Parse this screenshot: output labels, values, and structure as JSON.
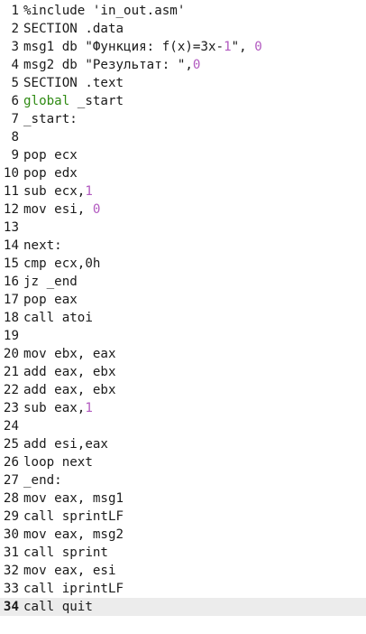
{
  "editor": {
    "current_line": 34,
    "colors": {
      "keyword": "#2f8a13",
      "number": "#b25ac0",
      "text": "#1a1a1a",
      "current_line_bg": "#ececec"
    },
    "lines": [
      {
        "n": "1",
        "tokens": [
          {
            "t": "%include 'in_out.asm'",
            "k": "normal"
          }
        ]
      },
      {
        "n": "2",
        "tokens": [
          {
            "t": "SECTION .data",
            "k": "normal"
          }
        ]
      },
      {
        "n": "3",
        "tokens": [
          {
            "t": "msg1 db \"Функция: f(x)=3x-",
            "k": "normal"
          },
          {
            "t": "1",
            "k": "number"
          },
          {
            "t": "\", ",
            "k": "normal"
          },
          {
            "t": "0",
            "k": "number"
          }
        ]
      },
      {
        "n": "4",
        "tokens": [
          {
            "t": "msg2 db \"Результат: \",",
            "k": "normal"
          },
          {
            "t": "0",
            "k": "number"
          }
        ]
      },
      {
        "n": "5",
        "tokens": [
          {
            "t": "SECTION .text",
            "k": "normal"
          }
        ]
      },
      {
        "n": "6",
        "tokens": [
          {
            "t": "global",
            "k": "keyword"
          },
          {
            "t": " _start",
            "k": "normal"
          }
        ]
      },
      {
        "n": "7",
        "tokens": [
          {
            "t": "_start:",
            "k": "normal"
          }
        ]
      },
      {
        "n": "8",
        "tokens": []
      },
      {
        "n": "9",
        "tokens": [
          {
            "t": "pop ecx",
            "k": "normal"
          }
        ]
      },
      {
        "n": "10",
        "tokens": [
          {
            "t": "pop edx",
            "k": "normal"
          }
        ]
      },
      {
        "n": "11",
        "tokens": [
          {
            "t": "sub ecx,",
            "k": "normal"
          },
          {
            "t": "1",
            "k": "number"
          }
        ]
      },
      {
        "n": "12",
        "tokens": [
          {
            "t": "mov esi, ",
            "k": "normal"
          },
          {
            "t": "0",
            "k": "number"
          }
        ]
      },
      {
        "n": "13",
        "tokens": []
      },
      {
        "n": "14",
        "tokens": [
          {
            "t": "next:",
            "k": "normal"
          }
        ]
      },
      {
        "n": "15",
        "tokens": [
          {
            "t": "cmp ecx,0h",
            "k": "normal"
          }
        ]
      },
      {
        "n": "16",
        "tokens": [
          {
            "t": "jz _end",
            "k": "normal"
          }
        ]
      },
      {
        "n": "17",
        "tokens": [
          {
            "t": "pop eax",
            "k": "normal"
          }
        ]
      },
      {
        "n": "18",
        "tokens": [
          {
            "t": "call atoi",
            "k": "normal"
          }
        ]
      },
      {
        "n": "19",
        "tokens": []
      },
      {
        "n": "20",
        "tokens": [
          {
            "t": "mov ebx, eax",
            "k": "normal"
          }
        ]
      },
      {
        "n": "21",
        "tokens": [
          {
            "t": "add eax, ebx",
            "k": "normal"
          }
        ]
      },
      {
        "n": "22",
        "tokens": [
          {
            "t": "add eax, ebx",
            "k": "normal"
          }
        ]
      },
      {
        "n": "23",
        "tokens": [
          {
            "t": "sub eax,",
            "k": "normal"
          },
          {
            "t": "1",
            "k": "number"
          }
        ]
      },
      {
        "n": "24",
        "tokens": []
      },
      {
        "n": "25",
        "tokens": [
          {
            "t": "add esi,eax",
            "k": "normal"
          }
        ]
      },
      {
        "n": "26",
        "tokens": [
          {
            "t": "loop next",
            "k": "normal"
          }
        ]
      },
      {
        "n": "27",
        "tokens": [
          {
            "t": "_end:",
            "k": "normal"
          }
        ]
      },
      {
        "n": "28",
        "tokens": [
          {
            "t": "mov eax, msg1",
            "k": "normal"
          }
        ]
      },
      {
        "n": "29",
        "tokens": [
          {
            "t": "call sprintLF",
            "k": "normal"
          }
        ]
      },
      {
        "n": "30",
        "tokens": [
          {
            "t": "mov eax, msg2",
            "k": "normal"
          }
        ]
      },
      {
        "n": "31",
        "tokens": [
          {
            "t": "call sprint",
            "k": "normal"
          }
        ]
      },
      {
        "n": "32",
        "tokens": [
          {
            "t": "mov eax, esi",
            "k": "normal"
          }
        ]
      },
      {
        "n": "33",
        "tokens": [
          {
            "t": "call iprintLF",
            "k": "normal"
          }
        ]
      },
      {
        "n": "34",
        "tokens": [
          {
            "t": "call quit",
            "k": "normal"
          }
        ]
      }
    ]
  }
}
